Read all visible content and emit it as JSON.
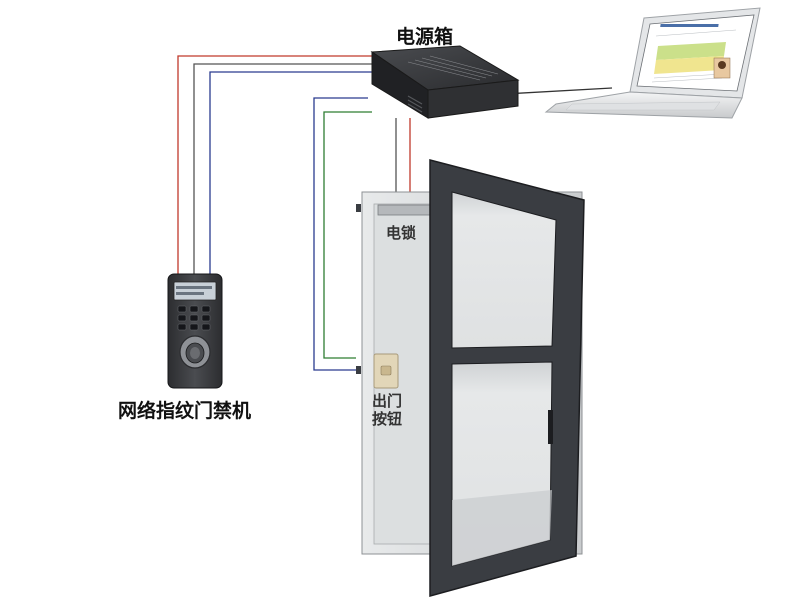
{
  "labels": {
    "power_box": "电源箱",
    "electric_lock": "电锁",
    "exit_button_line1": "出门",
    "exit_button_line2": "按钮",
    "fingerprint_terminal": "网络指纹门禁机"
  },
  "colors": {
    "wire_red": "#c0392b",
    "wire_blue": "#2a3b8f",
    "wire_green": "#2e7d32",
    "wire_gray": "#555555",
    "door_frame": "#3a3d42",
    "wall_panel": "#cfd2d4"
  },
  "icons": [
    "power-supply-box",
    "laptop-computer",
    "fingerprint-reader",
    "door",
    "electric-lock",
    "exit-button"
  ]
}
